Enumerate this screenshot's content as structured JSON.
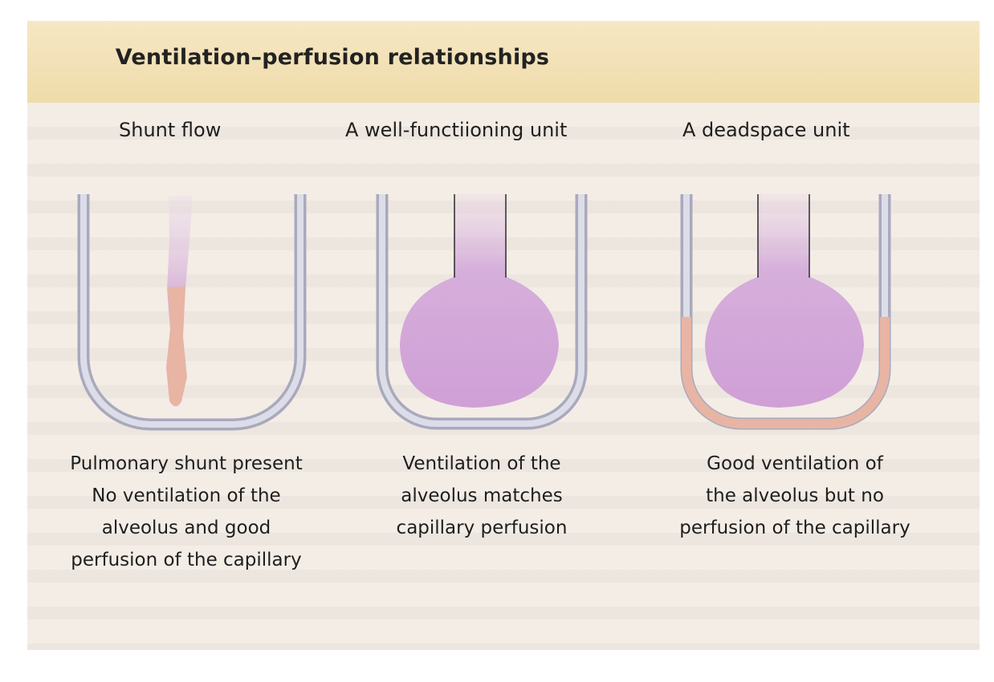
{
  "title": "Ventilation–perfusion relationships",
  "units": [
    {
      "heading": "Shunt flow",
      "caption": [
        "Pulmonary shunt present",
        "No ventilation of the",
        "alveolus and good",
        "perfusion of the capillary"
      ]
    },
    {
      "heading": "A well-functiioning unit",
      "caption": [
        "Ventilation of the",
        "alveolus matches",
        "capillary perfusion"
      ]
    },
    {
      "heading": "A deadspace unit",
      "caption": [
        "Good ventilation of",
        "the alveolus but no",
        "perfusion of the capillary"
      ]
    }
  ],
  "colors": {
    "vessel_wall": "#a9a9bd",
    "vessel_fill": "#dcdde8",
    "perfusion": "#e8b4a4",
    "alveolus_gas": "#cf9fd6",
    "title_band": "#f3e1b6"
  }
}
